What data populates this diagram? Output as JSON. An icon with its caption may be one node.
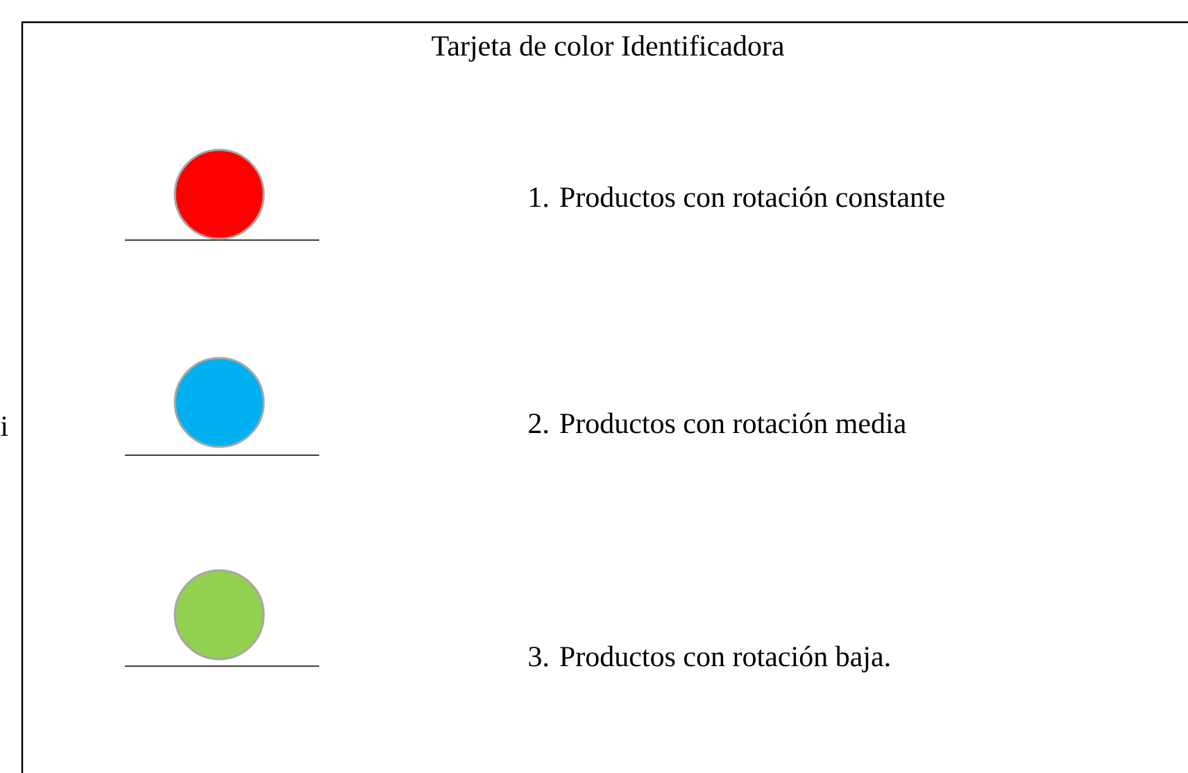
{
  "diagram": {
    "title": "Tarjeta de color Identificadora",
    "labels": [
      "i"
    ],
    "legend": [
      {
        "text": "1. Productos con rotación constante",
        "color": "#ff0000"
      },
      {
        "text": "2. Productos con rotación media",
        "color": "#00b0f0"
      },
      {
        "text": "3. Productos con rotación baja.",
        "color": "#92d050"
      }
    ]
  }
}
